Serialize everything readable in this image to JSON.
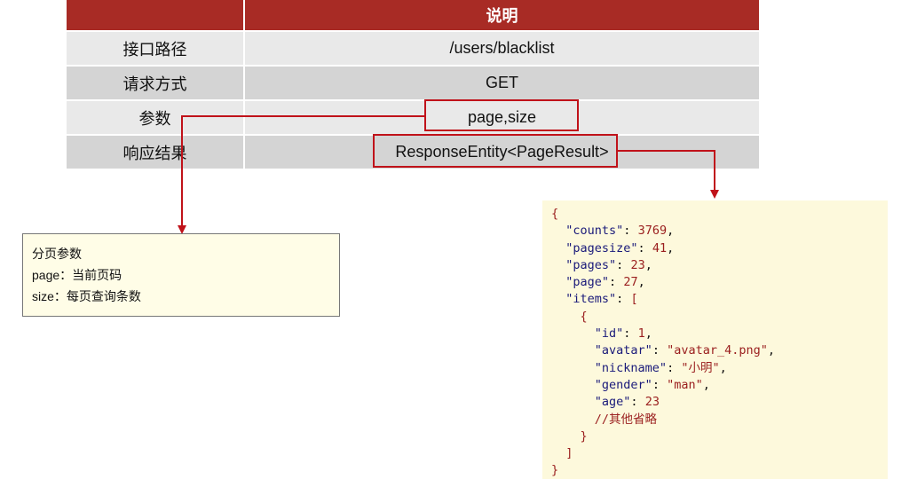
{
  "table": {
    "header": {
      "col1": "",
      "col2": "说明"
    },
    "rows": [
      {
        "label": "接口路径",
        "value": "/users/blacklist"
      },
      {
        "label": "请求方式",
        "value": "GET"
      },
      {
        "label": "参数",
        "value": "page,size"
      },
      {
        "label": "响应结果",
        "value": "ResponseEntity<PageResult>"
      }
    ]
  },
  "note": {
    "title": "分页参数",
    "line1": "page：当前页码",
    "line2": "size：每页查询条数"
  },
  "json": {
    "open": "{",
    "counts_key": "\"counts\"",
    "counts_val": "3769",
    "pagesize_key": "\"pagesize\"",
    "pagesize_val": "41",
    "pages_key": "\"pages\"",
    "pages_val": "23",
    "page_key": "\"page\"",
    "page_val": "27",
    "items_key": "\"items\"",
    "items_open": "[",
    "item_open": "{",
    "id_key": "\"id\"",
    "id_val": "1",
    "avatar_key": "\"avatar\"",
    "avatar_val": "\"avatar_4.png\"",
    "nickname_key": "\"nickname\"",
    "nickname_val": "\"小明\"",
    "gender_key": "\"gender\"",
    "gender_val": "\"man\"",
    "age_key": "\"age\"",
    "age_val": "23",
    "comment": "//其他省略",
    "item_close": "}",
    "items_close": "]",
    "close": "}"
  },
  "colors": {
    "header": "#a82b25",
    "highlight": "#c0121a",
    "note_bg": "#fffde7",
    "json_bg": "#fdf9dc"
  }
}
